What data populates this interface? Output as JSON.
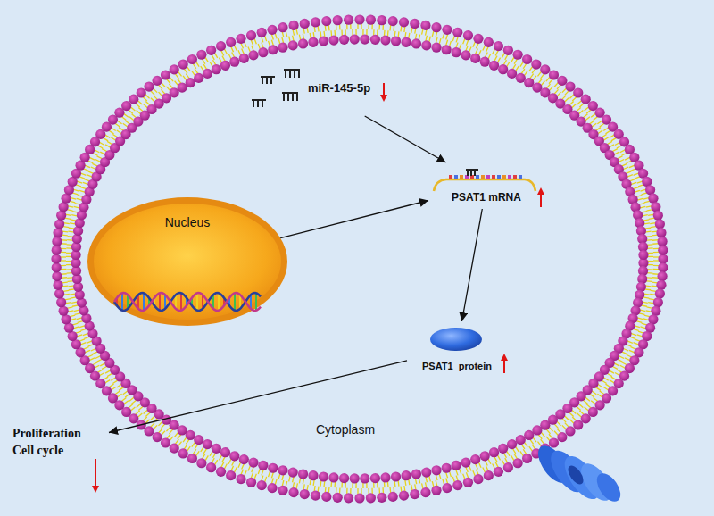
{
  "diagram": {
    "nodes": [
      {
        "text": [
          "Cytoplasm"
        ]
      },
      {
        "text": [
          "miR-145-5p"
        ],
        "in": 0
      },
      {
        "text": [
          "Nucleus"
        ],
        "in": 0
      },
      {
        "text": [
          "PSAT1 mRNA"
        ],
        "in": 0
      },
      {
        "text": [
          "PSAT1  protein"
        ],
        "in": 0
      },
      {
        "text": [
          "Proliferation",
          "Cell cycle"
        ]
      }
    ],
    "edges": [
      {
        "from": 1,
        "to": 3,
        "arrow": "to"
      },
      {
        "from": 2,
        "to": 3,
        "arrow": "to"
      },
      {
        "from": 3,
        "to": 4,
        "arrow": "to"
      },
      {
        "from": 4,
        "to": 5,
        "arrow": "to"
      }
    ]
  }
}
